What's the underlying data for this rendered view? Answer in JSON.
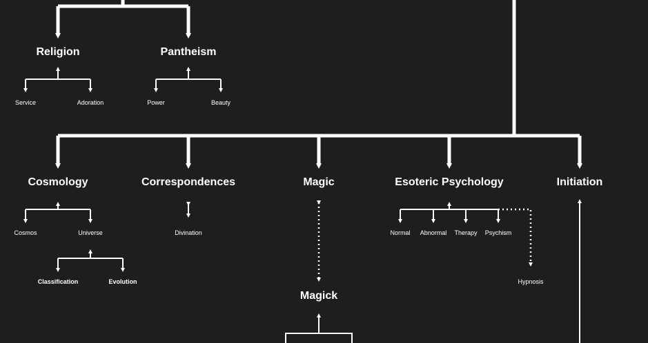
{
  "colors": {
    "background": "#1e1e1e",
    "line": "#ffffff",
    "text": "#ffffff"
  },
  "nodes": {
    "religion": "Religion",
    "pantheism": "Pantheism",
    "service": "Service",
    "adoration": "Adoration",
    "power": "Power",
    "beauty": "Beauty",
    "cosmology": "Cosmology",
    "correspondences": "Correspondences",
    "magic": "Magic",
    "esoteric_psychology": "Esoteric Psychology",
    "initiation": "Initiation",
    "cosmos": "Cosmos",
    "universe": "Universe",
    "classification": "Classification",
    "evolution": "Evolution",
    "divination": "Divination",
    "normal": "Normal",
    "abnormal": "Abnormal",
    "therapy": "Therapy",
    "psychism": "Psychism",
    "hypnosis": "Hypnosis",
    "magick": "Magick"
  }
}
